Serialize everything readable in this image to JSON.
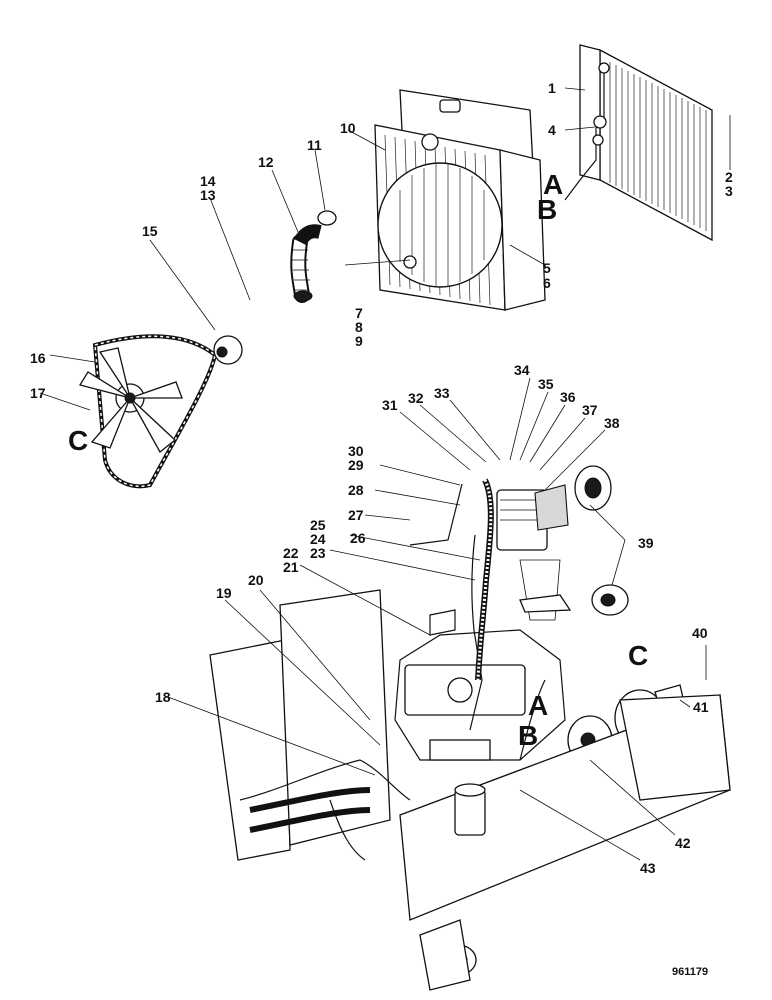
{
  "drawing": {
    "reference_number": "961179",
    "section_markers": {
      "a": "A",
      "b": "B",
      "c": "C"
    },
    "callouts": [
      {
        "label": "1"
      },
      {
        "label": "2"
      },
      {
        "label": "3"
      },
      {
        "label": "4"
      },
      {
        "label": "5"
      },
      {
        "label": "6"
      },
      {
        "label": "7"
      },
      {
        "label": "8"
      },
      {
        "label": "9"
      },
      {
        "label": "10"
      },
      {
        "label": "11"
      },
      {
        "label": "12"
      },
      {
        "label": "13"
      },
      {
        "label": "14"
      },
      {
        "label": "15"
      },
      {
        "label": "16"
      },
      {
        "label": "17"
      },
      {
        "label": "18"
      },
      {
        "label": "19"
      },
      {
        "label": "20"
      },
      {
        "label": "21"
      },
      {
        "label": "22"
      },
      {
        "label": "23"
      },
      {
        "label": "24"
      },
      {
        "label": "25"
      },
      {
        "label": "26"
      },
      {
        "label": "27"
      },
      {
        "label": "28"
      },
      {
        "label": "29"
      },
      {
        "label": "30"
      },
      {
        "label": "31"
      },
      {
        "label": "32"
      },
      {
        "label": "33"
      },
      {
        "label": "34"
      },
      {
        "label": "35"
      },
      {
        "label": "36"
      },
      {
        "label": "37"
      },
      {
        "label": "38"
      },
      {
        "label": "39"
      },
      {
        "label": "40"
      },
      {
        "label": "41"
      },
      {
        "label": "42"
      },
      {
        "label": "43"
      }
    ]
  }
}
